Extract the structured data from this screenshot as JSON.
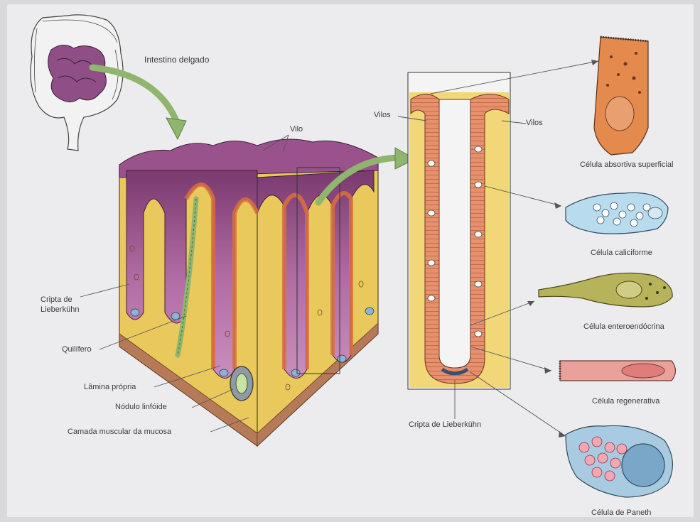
{
  "labels": {
    "intestine": "Intestino delgado",
    "villus": "Vilo",
    "villi_left": "Vilos",
    "villi_right": "Vilos",
    "crypt_left_1": "Cripta de",
    "crypt_left_2": "Lieberkühn",
    "lacteal": "Quilífero",
    "lamina_propria": "Lâmina própria",
    "lymph_node": "Nódulo linfóide",
    "muscularis": "Camada muscular da mucosa",
    "crypt_detail": "Cripta de Lieberkühn"
  },
  "cells": [
    {
      "id": "absorptive",
      "label": "Célula absortiva superficial",
      "color": "#e38a4c"
    },
    {
      "id": "goblet",
      "label": "Célula caliciforme",
      "color": "#a9cfe6"
    },
    {
      "id": "enteroendocrine",
      "label": "Célula enteroendócrina",
      "color": "#b7b35a"
    },
    {
      "id": "regenerative",
      "label": "Célula regenerativa",
      "color": "#e9a29a"
    },
    {
      "id": "paneth",
      "label": "Célula de Paneth",
      "color": "#9fc3dd"
    }
  ],
  "colors": {
    "background": "#ececee",
    "lamina": "#e9c95c",
    "villus_surface": "#a0578f",
    "epithelium": "#e7906b",
    "arrow": "#8fb56e"
  }
}
